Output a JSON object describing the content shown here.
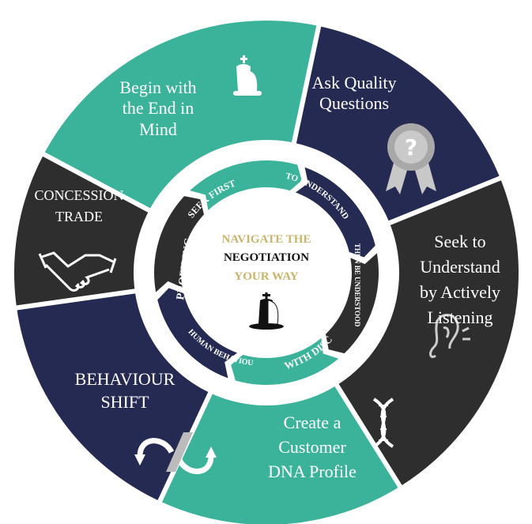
{
  "center": {
    "line1": "NAVIGATE THE",
    "line2": "NEGOTIATION",
    "line3": "YOUR WAY",
    "icon": "chess-king-knight-icon"
  },
  "outer_segments": [
    {
      "label": "Begin with the End in Mind",
      "lines": [
        "Begin with",
        "the End in",
        "Mind"
      ],
      "color": "#3bb39a",
      "icon": "chess-icon"
    },
    {
      "label": "Ask Quality Questions",
      "lines": [
        "Ask Quality",
        "Questions"
      ],
      "color": "#252a52",
      "icon": "question-award-ribbon-icon"
    },
    {
      "label": "Seek to Understand by Actively Listening",
      "lines": [
        "Seek to",
        "Understand",
        "by Actively",
        "Listening"
      ],
      "color": "#2e2e2e",
      "icon": "ear-icon"
    },
    {
      "label": "Create a Customer DNA Profile",
      "lines": [
        "Create a",
        "Customer",
        "DNA Profile"
      ],
      "color": "#3bb39a",
      "icon": "dna-icon"
    },
    {
      "label": "BEHAVIOUR SHIFT",
      "lines": [
        "BEHAVIOUR",
        "SHIFT"
      ],
      "color": "#252a52",
      "icon": "cycle-arrows-icon"
    },
    {
      "label": "CONCESSION TRADE",
      "lines": [
        "CONCESSION",
        "TRADE"
      ],
      "color": "#2e2e2e",
      "icon": "handshake-icon"
    }
  ],
  "inner_ring": [
    {
      "label": "SEEK FIRST",
      "color": "#3bb39a"
    },
    {
      "label": "TO UNDERSTAND",
      "color": "#252a52"
    },
    {
      "label": "THEN BE UNDERSTOOD",
      "color": "#2e2e2e"
    },
    {
      "label": "WITH DISC",
      "color": "#3bb39a"
    },
    {
      "label": "HUMAN BEHAVIOUR",
      "color": "#252a52"
    },
    {
      "label": "PROFILING",
      "color": "#2e2e2e"
    }
  ]
}
